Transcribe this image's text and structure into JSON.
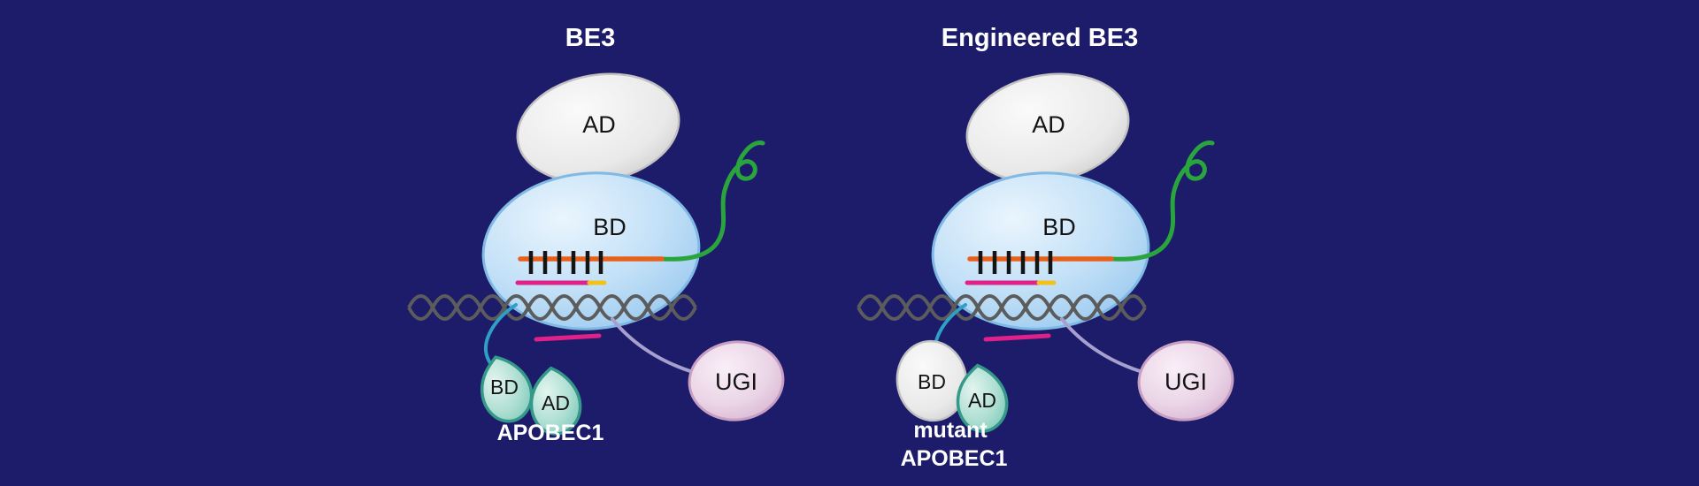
{
  "colors": {
    "background": "#1c1c6b",
    "cas9_body_blue": "#a9d2f2",
    "ad_domain_gray": "#ececec",
    "sgrna_green": "#2aa43c",
    "guide_orange": "#e8611a",
    "strand_magenta": "#e0218a",
    "pam_yellow": "#f2c21c",
    "dna_gray": "#5c5c5c",
    "basepair_black": "#141414",
    "apobec_teal": "#8fd0c2",
    "apobec_teal_edge": "#35998a",
    "ugi_pink": "#e5c9e0",
    "linker_cyan": "#2f9fc4",
    "linker_lavender": "#a6a0ce",
    "title_white": "#ffffff",
    "label_black": "#141414"
  },
  "diagrams": [
    {
      "title": "BE3",
      "cas9_ad_label": "AD",
      "cas9_bd_label": "BD",
      "apobec_bd_label": "BD",
      "apobec_ad_label": "AD",
      "caption_line1": "APOBEC1",
      "caption_line2": "",
      "ugi_label": "UGI"
    },
    {
      "title": "Engineered BE3",
      "cas9_ad_label": "AD",
      "cas9_bd_label": "BD",
      "apobec_bd_label": "BD",
      "apobec_ad_label": "AD",
      "caption_line1": "mutant",
      "caption_line2": "APOBEC1",
      "ugi_label": "UGI"
    }
  ]
}
